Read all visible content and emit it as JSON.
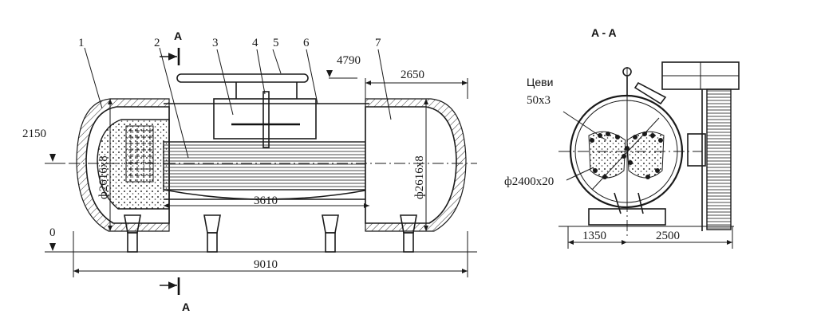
{
  "drawing": {
    "section_mark_top": "A",
    "section_mark_bottom": "A",
    "section_title": "A - A",
    "callouts": [
      "1",
      "2",
      "3",
      "4",
      "5",
      "6",
      "7"
    ],
    "dimensions": {
      "level_top": "4790",
      "end_width": "2650",
      "level_axis": "2150",
      "level_zero": "0",
      "diameter_left": "ф2616x8",
      "diameter_right": "ф2616x8",
      "tube_bundle_length": "3610",
      "overall_length": "9010",
      "section_diameter": "ф2400x20",
      "section_left": "1350",
      "section_right": "2500"
    },
    "pipes_label_line1": "Цеви",
    "pipes_label_line2": "50x3"
  }
}
